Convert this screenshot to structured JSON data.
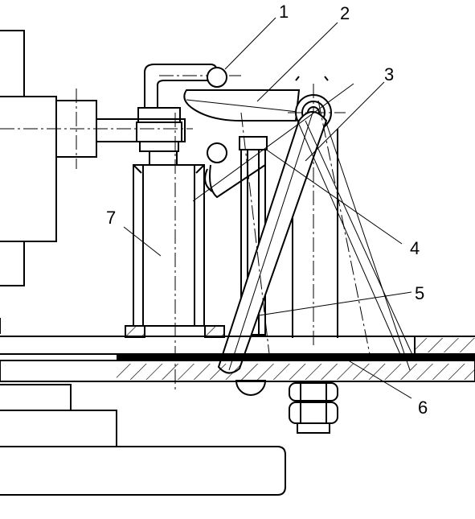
{
  "callouts": [
    {
      "id": "1",
      "text": "1"
    },
    {
      "id": "2",
      "text": "2"
    },
    {
      "id": "3",
      "text": "3"
    },
    {
      "id": "4",
      "text": "4"
    },
    {
      "id": "5",
      "text": "5"
    },
    {
      "id": "6",
      "text": "6"
    },
    {
      "id": "7",
      "text": "7"
    }
  ],
  "colors": {
    "ink": "#000000",
    "paper": "#ffffff"
  }
}
